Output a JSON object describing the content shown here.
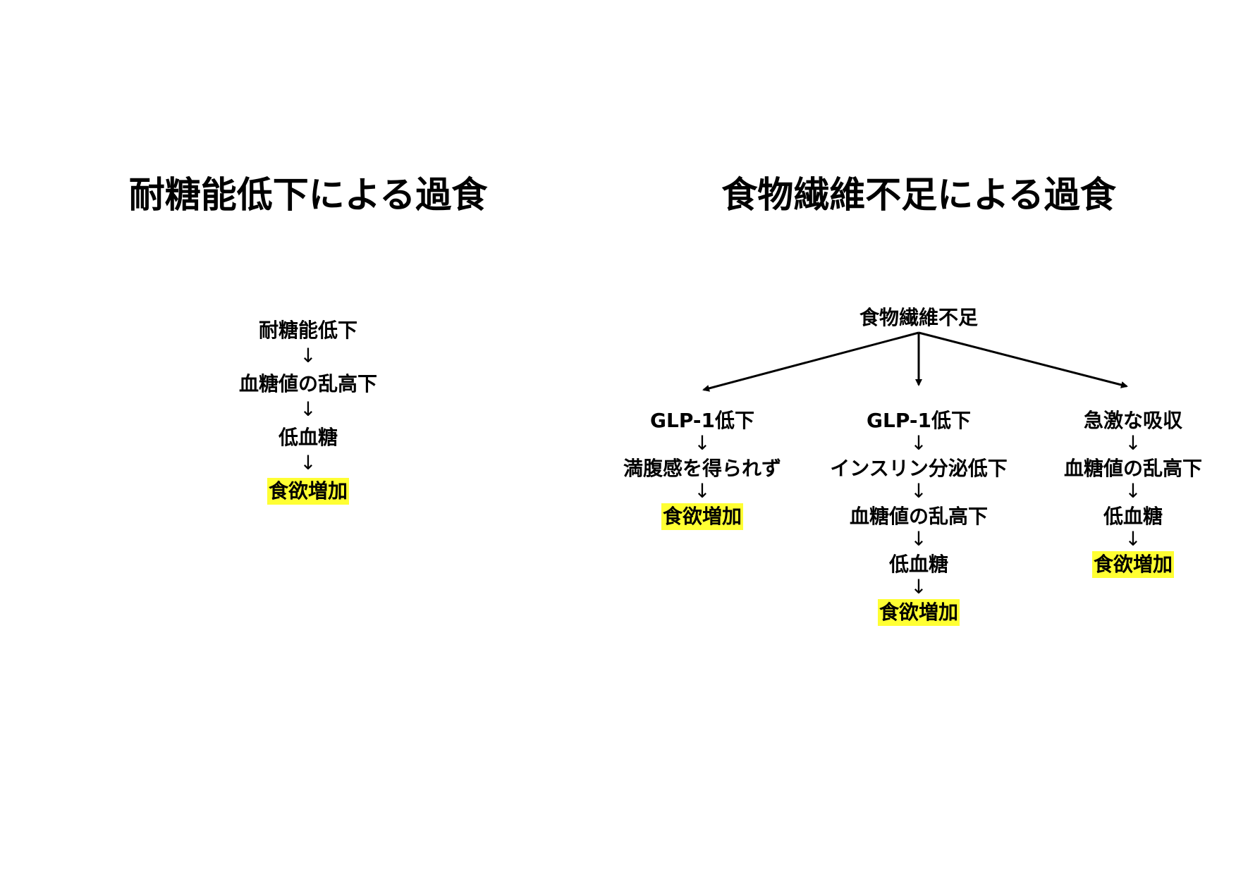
{
  "left": {
    "title": "耐糖能低下による過食",
    "chain": [
      "耐糖能低下",
      "血糖値の乱高下",
      "低血糖",
      "食欲増加"
    ],
    "arrow": "↓"
  },
  "right": {
    "title": "食物繊維不足による過食",
    "root": "食物繊維不足",
    "branches": [
      {
        "chain": [
          "GLP-1低下",
          "満腹感を得られず",
          "食欲増加"
        ]
      },
      {
        "chain": [
          "GLP-1低下",
          "インスリン分泌低下",
          "血糖値の乱高下",
          "低血糖",
          "食欲増加"
        ]
      },
      {
        "chain": [
          "急激な吸収",
          "血糖値の乱高下",
          "低血糖",
          "食欲増加"
        ]
      }
    ],
    "arrow": "↓"
  },
  "colors": {
    "highlight": "#ffff33",
    "text": "#000000"
  }
}
